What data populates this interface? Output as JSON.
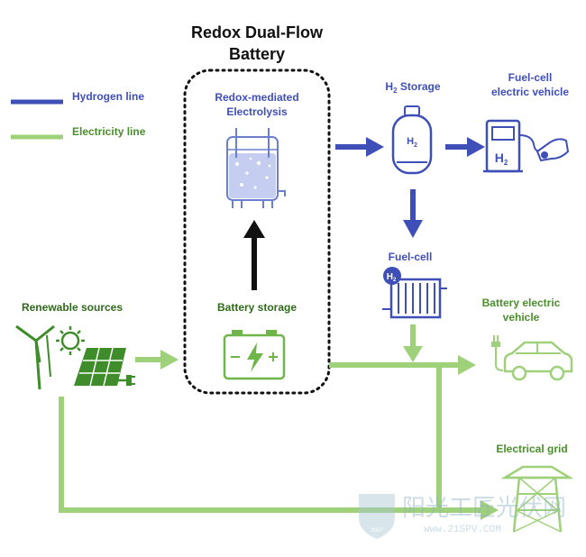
{
  "title": {
    "line1": "Redox Dual-Flow",
    "line2": "Battery"
  },
  "legend": {
    "hydrogen_line": "Hydrogen line",
    "electricity_line": "Electricity line",
    "hydrogen_color": "#3f4fb8",
    "electricity_color": "#9fd07a"
  },
  "nodes": {
    "electrolysis": {
      "line1": "Redox-mediated",
      "line2": "Electrolysis",
      "icon": "electrolysis-tank-icon"
    },
    "h2_storage": {
      "prefix": "H",
      "sub": "2",
      "suffix": " Storage",
      "icon_h": "H",
      "icon_sub": "2",
      "icon": "gas-cylinder-icon"
    },
    "fuel_cell_vehicle": {
      "line1": "Fuel-cell",
      "line2": "electric vehicle",
      "icon": "hydrogen-pump-car-icon",
      "pump_h": "H",
      "pump_sub": "2"
    },
    "fuel_cell": {
      "label": "Fuel-cell",
      "icon_h": "H",
      "icon_sub": "2",
      "icon": "fuel-cell-icon"
    },
    "renewable_sources": {
      "label": "Renewable sources",
      "icon": "wind-sun-solar-icon"
    },
    "battery_storage": {
      "label": "Battery storage",
      "icon": "battery-icon"
    },
    "battery_vehicle": {
      "line1": "Battery electric",
      "line2": "vehicle",
      "icon": "electric-car-icon"
    },
    "electrical_grid": {
      "label": "Electrical grid",
      "icon": "power-grid-icon"
    }
  },
  "watermark": {
    "text": "阳光工匠光伏网",
    "url": "www.21SPV.COM",
    "year": "2007"
  }
}
